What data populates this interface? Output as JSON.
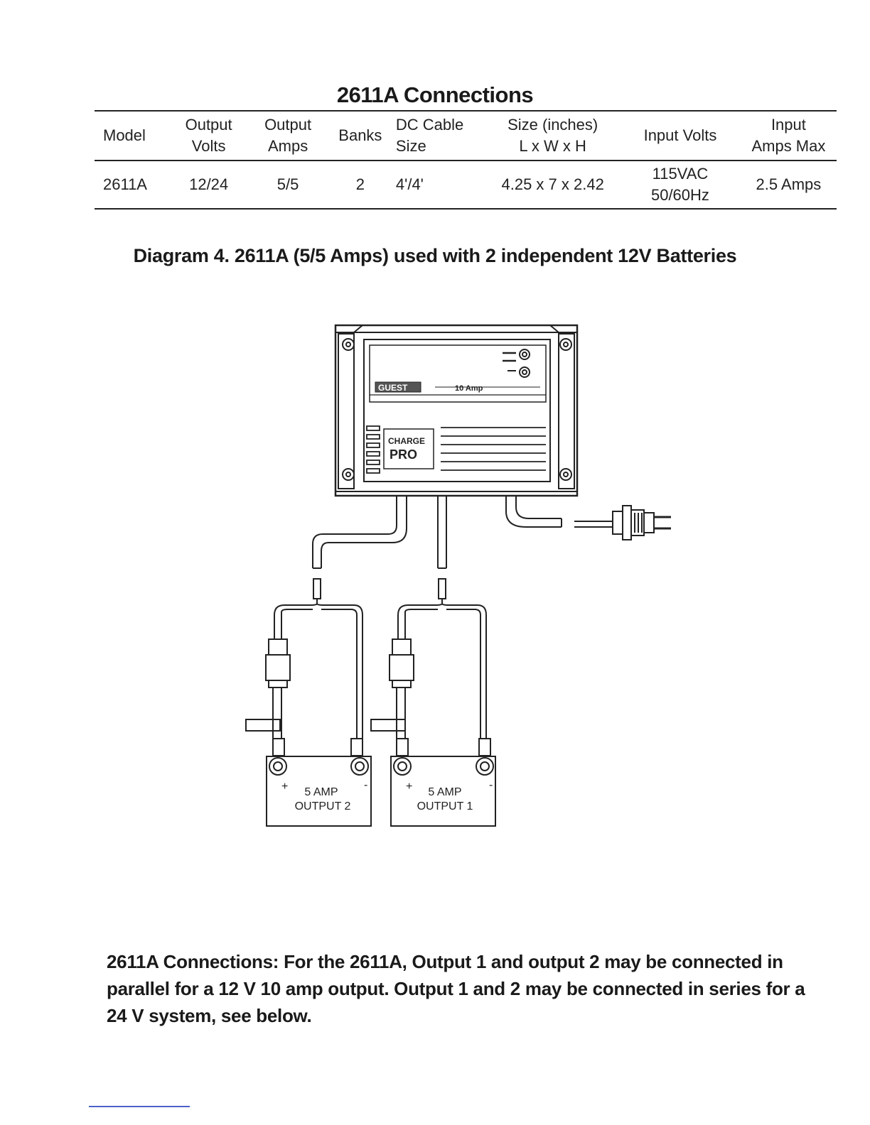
{
  "title": "2611A Connections",
  "table": {
    "headers": [
      [
        "Model"
      ],
      [
        "Output",
        "Volts"
      ],
      [
        "Output",
        "Amps"
      ],
      [
        "Banks"
      ],
      [
        "DC Cable",
        "Size"
      ],
      [
        "Size (inches)",
        "L x W x H"
      ],
      [
        "Input Volts"
      ],
      [
        "Input",
        "Amps Max"
      ]
    ],
    "rows": [
      [
        [
          "2611A"
        ],
        [
          "12/24"
        ],
        [
          "5/5"
        ],
        [
          "2"
        ],
        [
          "4'/4'"
        ],
        [
          "4.25 x 7 x 2.42"
        ],
        [
          "115VAC",
          "50/60Hz"
        ],
        [
          "2.5 Amps"
        ]
      ]
    ]
  },
  "diagram_caption": "Diagram 4.  2611A (5/5 Amps) used with 2 independent 12V Batteries",
  "diagram": {
    "charger_brand": "GUEST",
    "charger_rating": "10 Amp",
    "charger_logo_line1": "CHARGE",
    "charger_logo_line2": "PRO",
    "batteries": [
      {
        "plus": "+",
        "minus": "-",
        "line1": "5  AMP",
        "line2": "OUTPUT  2"
      },
      {
        "plus": "+",
        "minus": "-",
        "line1": "5  AMP",
        "line2": "OUTPUT  1"
      }
    ]
  },
  "paragraph": "2611A Connections:  For the 2611A,  Output 1 and output 2 may be connected in parallel for a 12 V 10 amp output.  Output 1 and 2 may be connected in series for a 24 V system, see below."
}
